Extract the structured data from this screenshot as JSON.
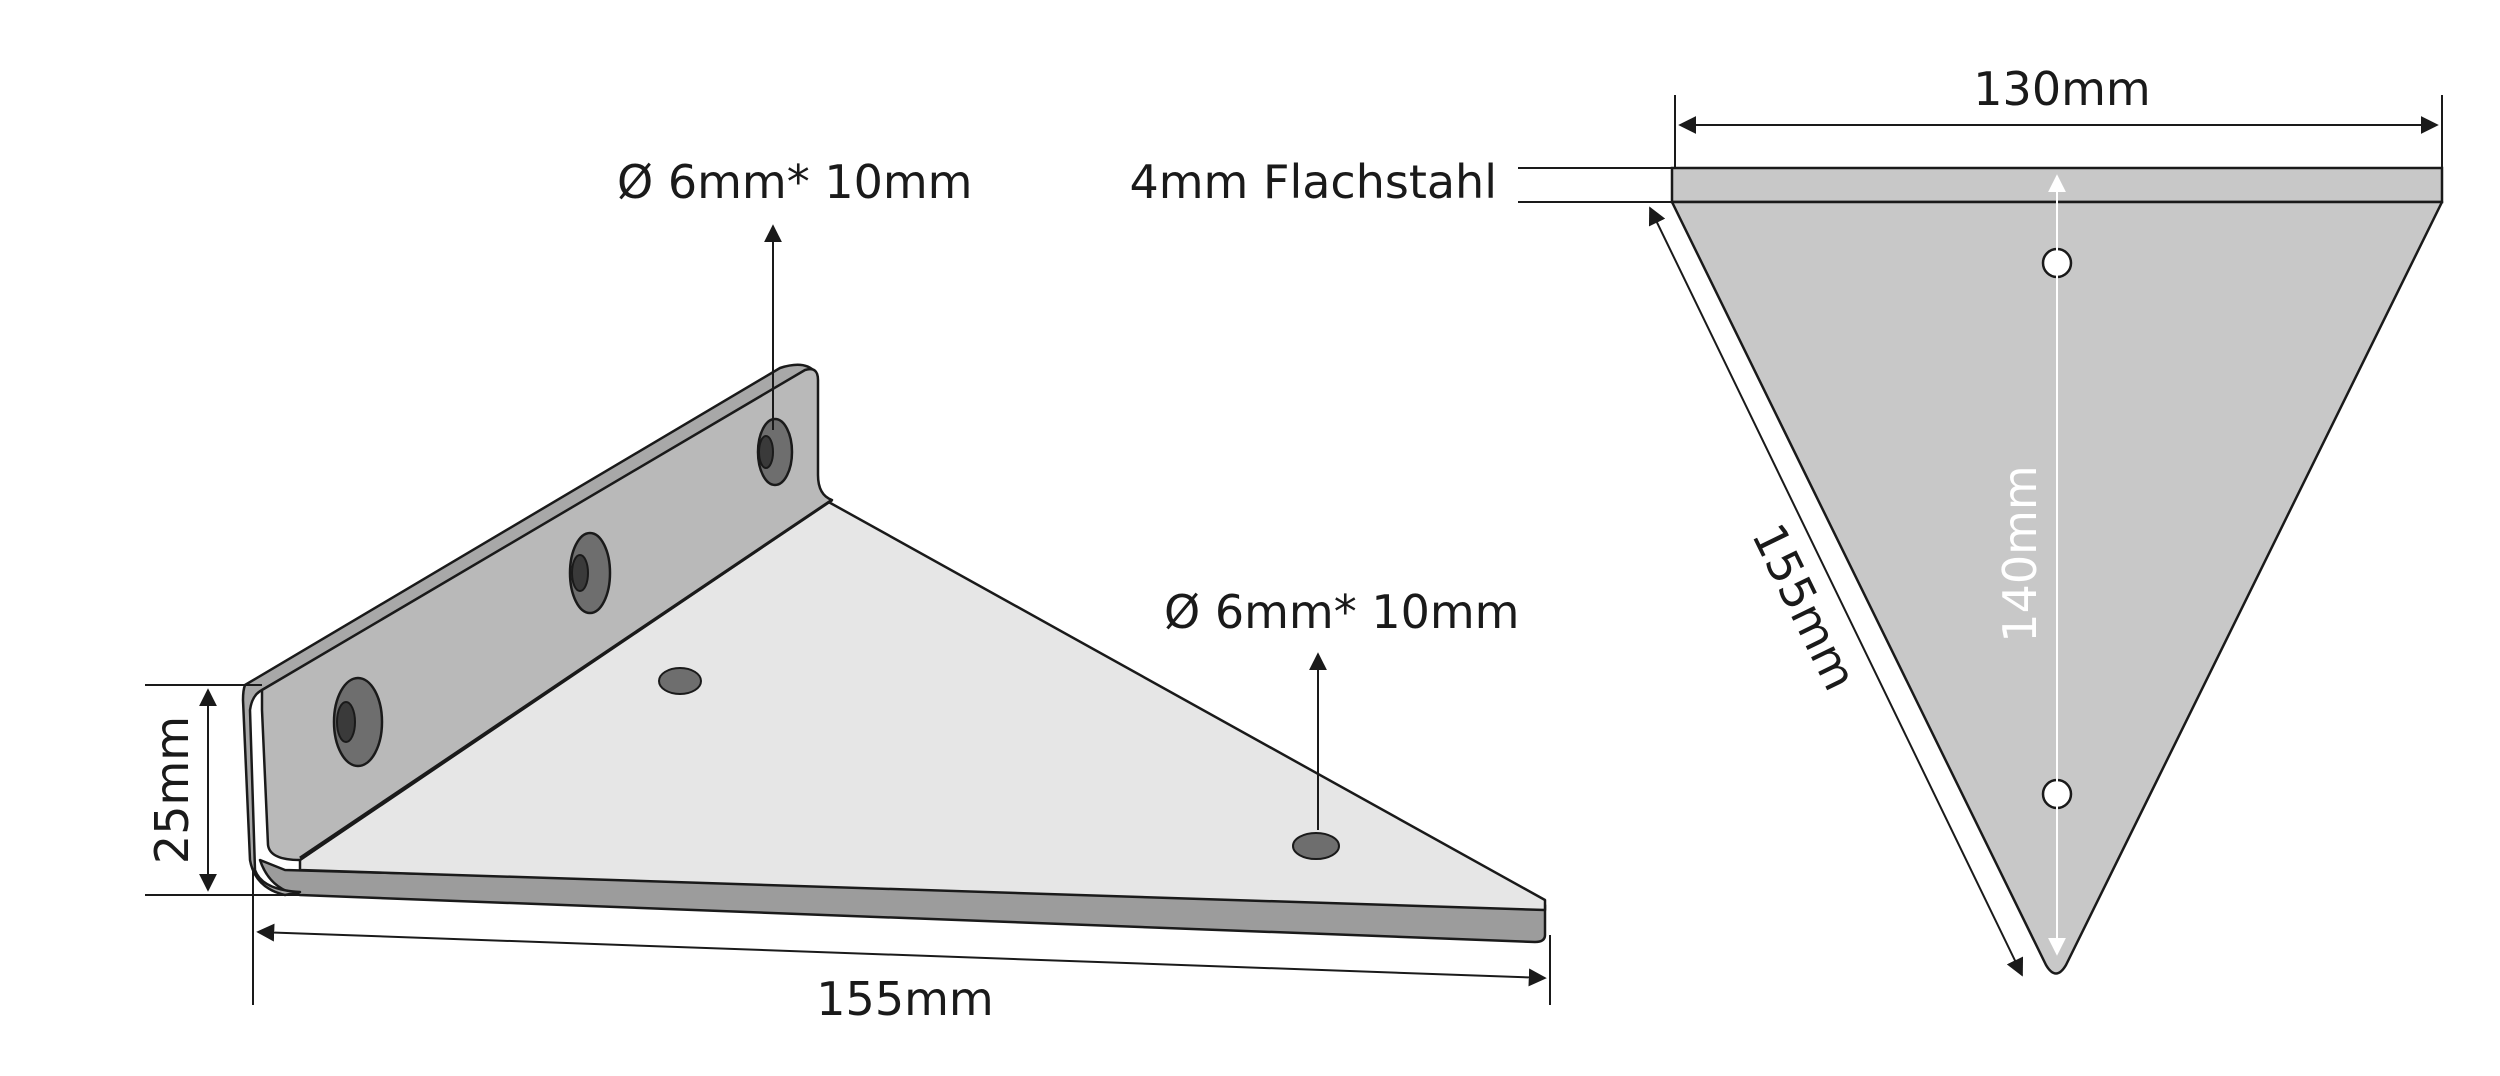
{
  "labels": {
    "hole_back": "Ø 6mm* 10mm",
    "hole_base": "Ø 6mm* 10mm",
    "height": "25mm",
    "length_side": "155mm",
    "width_top": "130mm",
    "material": "4mm Flachstahl",
    "diagonal": "155mm",
    "hole_spacing": "140mm"
  },
  "colors": {
    "steel_dark": "#9c9c9c",
    "steel_mid": "#b4b4b4",
    "steel_light": "#e6e6e6",
    "top_view_fill": "#c8c8c8",
    "hole_fill": "#6e6e6e",
    "hole_inner": "#3a3a3a"
  }
}
